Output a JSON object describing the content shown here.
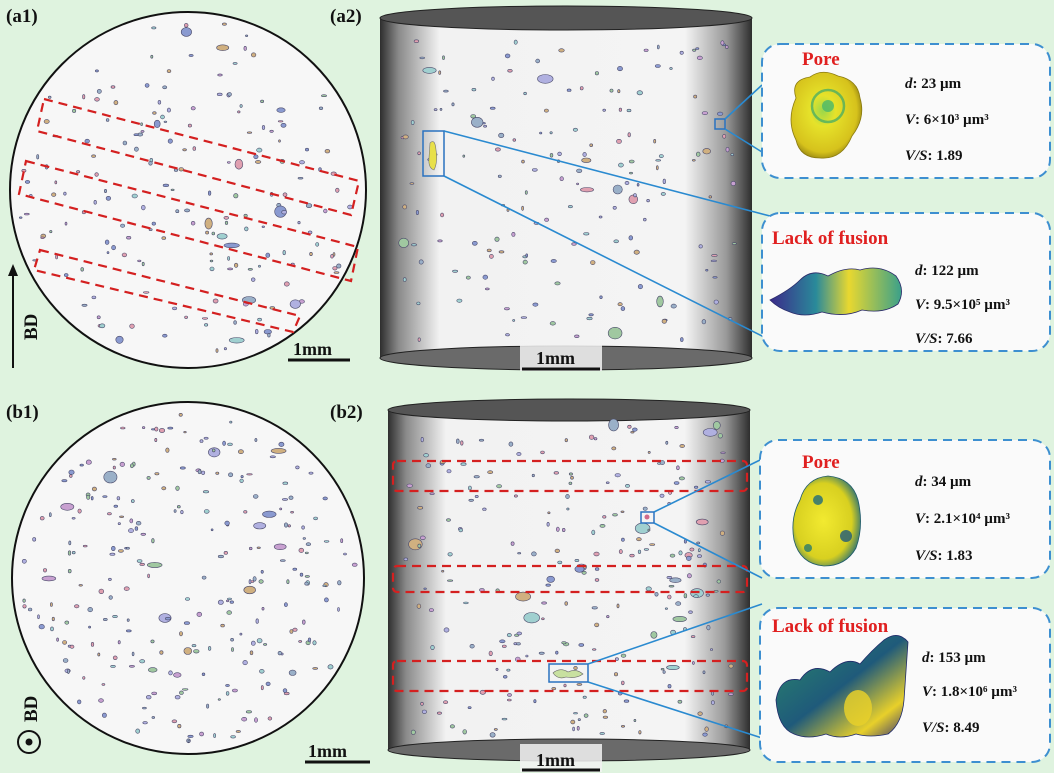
{
  "figure": {
    "panels": {
      "a1": {
        "label": "(a1)",
        "scale_bar": "1mm",
        "bd_label": "BD"
      },
      "a2": {
        "label": "(a2)",
        "scale_bar": "1mm"
      },
      "b1": {
        "label": "(b1)",
        "scale_bar": "1mm",
        "bd_label": "BD"
      },
      "b2": {
        "label": "(b2)",
        "scale_bar": "1mm"
      }
    },
    "insets": {
      "a_pore": {
        "title": "Pore",
        "d_label": "d",
        "d_value": ": 23 µm",
        "v_label": "V",
        "v_value": ": 6×10³ µm³",
        "vs_label": "V/S",
        "vs_value": ": 1.89"
      },
      "a_lof": {
        "title": "Lack of fusion",
        "d_label": "d",
        "d_value": ": 122 µm",
        "v_label": "V",
        "v_value": ": 9.5×10⁵ µm³",
        "vs_label": "V/S",
        "vs_value": ": 7.66"
      },
      "b_pore": {
        "title": "Pore",
        "d_label": "d",
        "d_value": ": 34 µm",
        "v_label": "V",
        "v_value": ": 2.1×10⁴ µm³",
        "vs_label": "V/S",
        "vs_value": ": 1.83"
      },
      "b_lof": {
        "title": "Lack of fusion",
        "d_label": "d",
        "d_value": ": 153 µm",
        "v_label": "V",
        "v_value": ": 1.8×10⁶ µm³",
        "vs_label": "V/S",
        "vs_value": ": 8.49"
      }
    },
    "colors": {
      "background": "#dff3df",
      "dashed_red": "#d42020",
      "inset_blue": "#3d8fd0",
      "title_red": "#e02020",
      "cylinder_dark": "#3a3a3a"
    }
  }
}
